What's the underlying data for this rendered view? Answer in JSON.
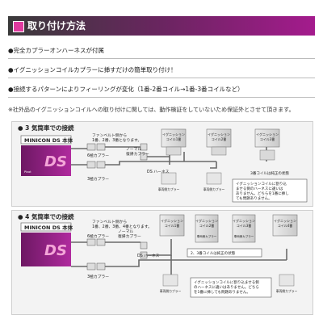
{
  "header": {
    "title": "取り付け方法"
  },
  "bullets": [
    "●完全カプラーオンハーネスが付属",
    "●イグニッションコイルカプラーに挿すだけの簡単取り付け！",
    "●接続するパターンによりフィーリングが変化（1番-2番コイル→1番-3番コイルなど）"
  ],
  "note": "※社外品のイグニッションコイルへの取り付けに関しては、動作検証をしていないため保証外とさせて頂きます。",
  "section3": {
    "title": "● 3 気筒車での接続",
    "unit_label": "MINICON DS 本体",
    "fanbelt_note": [
      "ファンベルト側から",
      "1番、2番、3番となります。"
    ],
    "coupler6": "6極カプラー",
    "coupler3": "3極カプラー",
    "normal_return": [
      "ノーマル",
      "復帰カプラー"
    ],
    "harness": "DS ハーネス",
    "coils": [
      "イグニッション\nコイル1番",
      "イグニッション\nコイル2番",
      "イグニッション\nコイル3番"
    ],
    "vehicle_coupler": "車両側\nカプラー",
    "coil3_note": "3番コイルは\n純正の状態",
    "caution": [
      "イグニッションコイルに割り込",
      "ませる側のハーネスに違いは",
      "ありません。どちらを1番に挿し",
      "ても問題ありません。"
    ]
  },
  "section4": {
    "title": "● 4 気筒車での接続",
    "unit_label": "MINICON DS 本体",
    "fanbelt_note": [
      "ファンベルト側から",
      "1番、2番、3番、4番となります。"
    ],
    "coupler6": "6極カプラー",
    "coupler3": "3極カプラー",
    "normal_return": [
      "ノーマル",
      "復帰カプラー"
    ],
    "harness": "DS ハーネス",
    "coils": [
      "イグニッション\nコイル1番",
      "イグニッション\nコイル2番",
      "イグニッション\nコイル3番",
      "イグニッション\nコイル4番"
    ],
    "vehicle_coupler": "車両側\nカプラー",
    "coil23_note": "2、3番コイルは純正の状態",
    "caution": [
      "イグニッションコイルに割り込ませる側",
      "のハーネスに違いはありません。どちら",
      "を1番に挿しても問題ありません。"
    ]
  },
  "colors": {
    "accent": "#a41b8d",
    "device": "#8b1f7e",
    "device_ds": "#f4a6d8"
  },
  "icons": [
    "header-square-icon",
    "minicon-ds-device-icon"
  ]
}
